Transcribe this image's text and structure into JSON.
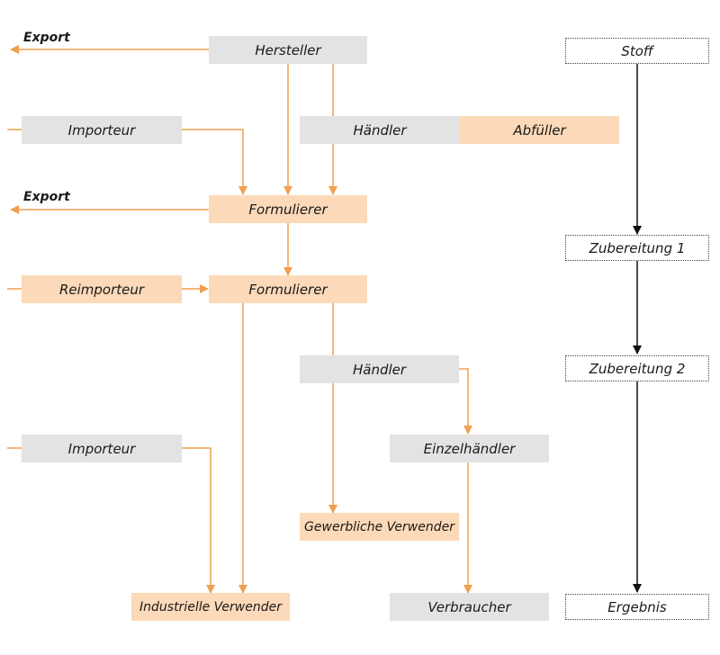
{
  "colors": {
    "arrow_orange": "#f0a050",
    "arrow_black": "#111111",
    "box_gray": "#e3e3e3",
    "box_orange": "#fcd9b8"
  },
  "nodes": {
    "export_top": "Export",
    "hersteller": "Hersteller",
    "importeur_1": "Importeur",
    "haendler_1": "Händler",
    "abfueller": "Abfüller",
    "export_mid": "Export",
    "formulierer_1": "Formulierer",
    "reimporteur": "Reimporteur",
    "formulierer_2": "Formulierer",
    "haendler_2": "Händler",
    "importeur_2": "Importeur",
    "einzelhaendler": "Einzelhändler",
    "gewerbliche_verwender": "Gewerbliche Verwender",
    "industrielle_verwender": "Industrielle Verwender",
    "verbraucher": "Verbraucher"
  },
  "legend": {
    "stoff": "Stoff",
    "zubereitung_1": "Zubereitung 1",
    "zubereitung_2": "Zubereitung 2",
    "ergebnis": "Ergebnis"
  }
}
